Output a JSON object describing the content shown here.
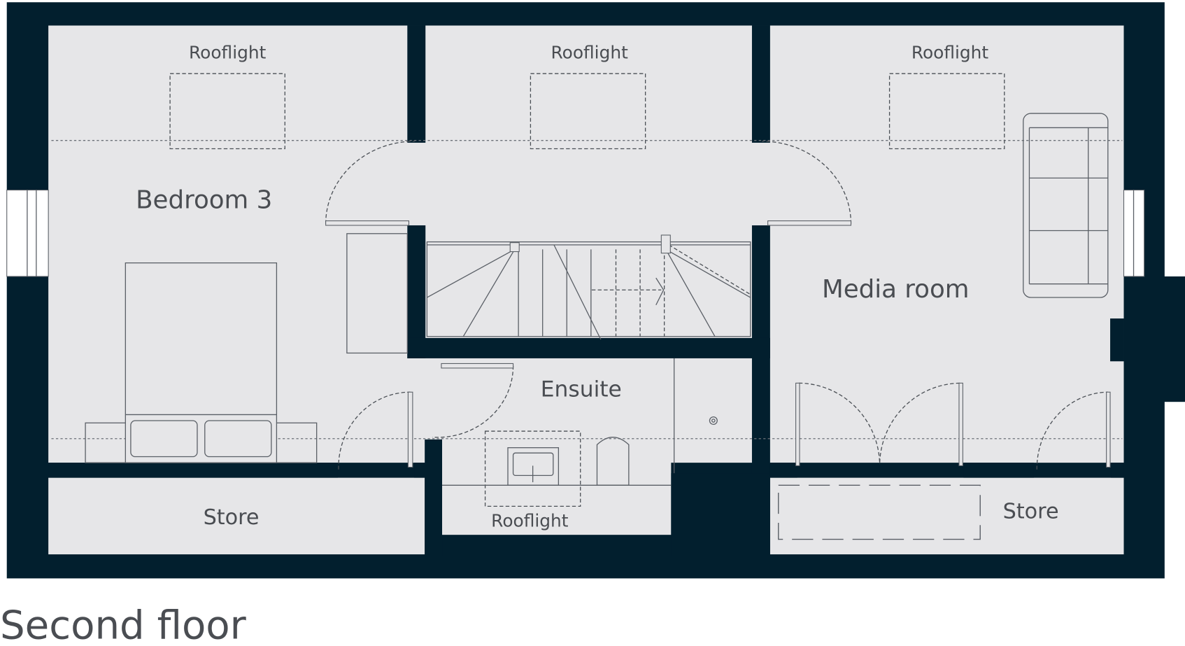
{
  "title": "Second floor",
  "colors": {
    "wall": "#021f2e",
    "floor": "#e6e6e8",
    "text": "#4a4d52",
    "background": "#ffffff"
  },
  "rooms": {
    "bedroom": "Bedroom 3",
    "media": "Media room",
    "ensuite": "Ensuite",
    "store_left": "Store",
    "store_right": "Store"
  },
  "rooflights": [
    "Rooflight",
    "Rooflight",
    "Rooflight",
    "Rooflight"
  ]
}
